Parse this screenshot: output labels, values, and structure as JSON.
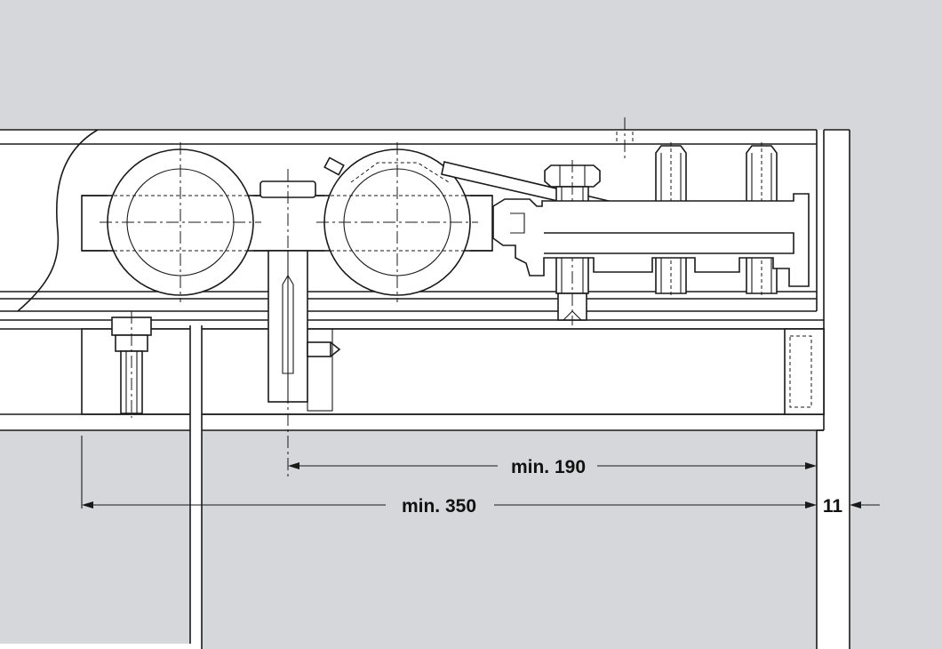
{
  "diagram": {
    "dimensions": [
      {
        "id": "min-190",
        "label": "min. 190"
      },
      {
        "id": "min-350",
        "label": "min. 350"
      },
      {
        "id": "gap-11",
        "label": "11"
      }
    ],
    "colors": {
      "grey_fill": "#d6d7db",
      "white_fill": "#ffffff",
      "line": "#1a1a1a"
    }
  }
}
